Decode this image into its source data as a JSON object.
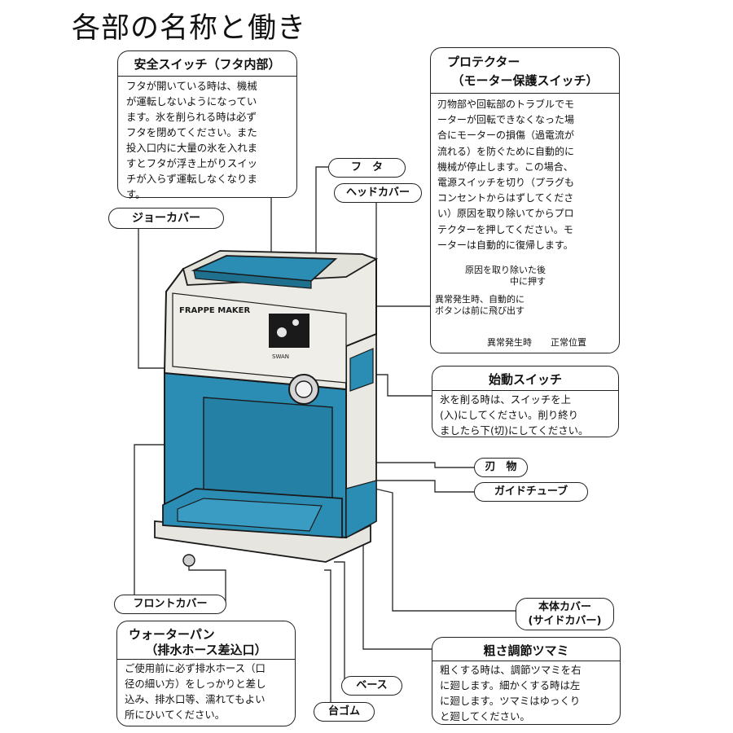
{
  "title": "各部の名称と働き",
  "parts": {
    "safety_switch": {
      "title": "安全スイッチ（フタ内部）",
      "body": "フタが開いている時は、機械\nが運転しないようになってい\nます。氷を削られる時は必ず\nフタを閉めてください。また\n投入口内に大量の氷を入れま\nすとフタが浮き上がりスイッ\nチが入らず運転しなくなりま\nす。"
    },
    "protector": {
      "title_line1": "プロテクター",
      "title_line2": "（モーター保護スイッチ）",
      "body": "刃物部や回転部のトラブルでモ\nーターが回転できなくなった場\n合にモーターの損傷（過電流が\n流れる）を防ぐために自動的に\n機械が停止します。この場合、\n電源スイッチを切り（プラグも\nコンセントからはずしてくださ\nい）原因を取り除いてからプロ\nテクターを押してください。モ\nーターは自動的に復帰します。",
      "inset": {
        "label_push": "原因を取り除いた後\n中に押す",
        "label_popout": "異常発生時、自動的に\nボタンは前に飛び出す",
        "label_abnormal": "異常発生時",
        "label_normal": "正常位置"
      }
    },
    "lid": {
      "label": "フ　タ"
    },
    "head_cover": {
      "label": "ヘッドカバー"
    },
    "jaw_cover": {
      "label": "ジョーカバー"
    },
    "start_switch": {
      "title": "始動スイッチ",
      "body": "氷を削る時は、スイッチを上\n(入)にしてください。削り終り\nましたら下(切)にしてください。"
    },
    "blade": {
      "label": "刃　物"
    },
    "guide_tube": {
      "label": "ガイドチューブ"
    },
    "front_cover": {
      "label": "フロントカバー"
    },
    "body_cover": {
      "label": "本体カバー\n(サイドカバー)"
    },
    "water_pan": {
      "title_line1": "ウォーターパン",
      "title_line2": "（排水ホース差込口）",
      "body": "ご使用前に必ず排水ホース（口\n径の細い方）をしっかりと差し\n込み、排水口等、濡れてもよい\n所にひいてください。"
    },
    "coarseness_knob": {
      "title": "粗さ調節ツマミ",
      "body": "粗くする時は、調節ツマミを右\nに廻します。細かくする時は左\nに廻します。ツマミはゆっくり\nと廻してください。"
    },
    "base": {
      "label": "ベース"
    },
    "rubber_feet": {
      "label": "台ゴム"
    }
  },
  "machine": {
    "brand_text": "FRAPPE MAKER",
    "panel_text": "SWAN",
    "colors": {
      "blue": "#2b8db3",
      "blue_dark": "#1f6f8f",
      "body": "#ecebe6",
      "outline": "#1a1a1a"
    }
  }
}
